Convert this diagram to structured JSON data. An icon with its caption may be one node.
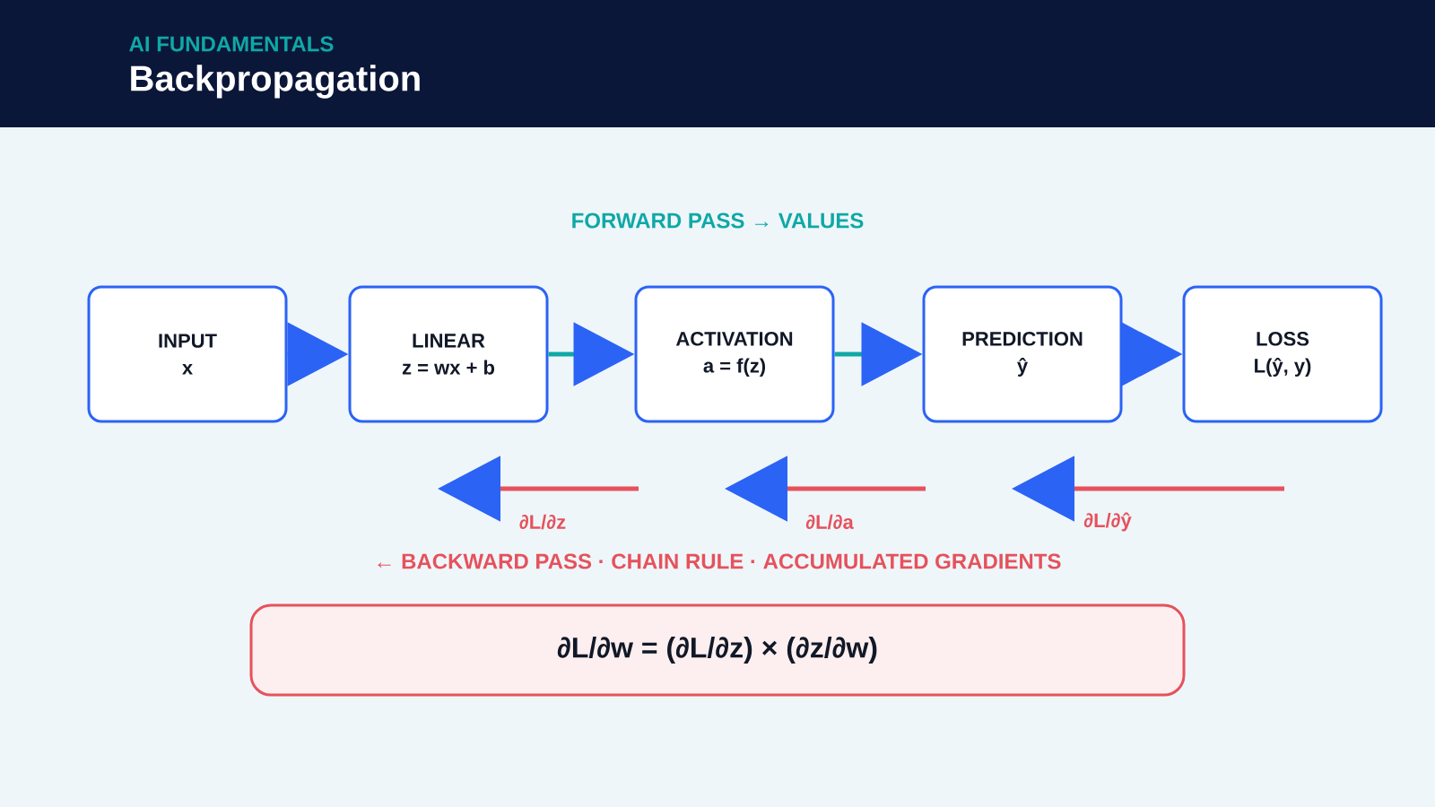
{
  "diagram": {
    "title": "Backpropagation",
    "nodes": [
      {
        "text": [
          "INPUT",
          "x"
        ]
      },
      {
        "text": [
          "LINEAR",
          "z = wx + b"
        ]
      },
      {
        "text": [
          "ACTIVATION",
          "a = f(z)"
        ]
      },
      {
        "text": [
          "PREDICTION",
          "ŷ"
        ]
      },
      {
        "text": [
          "LOSS",
          "L(ŷ, y)"
        ]
      },
      {
        "text": [
          "∂L/∂w = (∂L/∂z) × (∂z/∂w)"
        ]
      }
    ],
    "edges": [
      {
        "from": 0,
        "to": 1,
        "arrow": "to"
      },
      {
        "from": 1,
        "to": 2,
        "arrow": "to"
      },
      {
        "from": 2,
        "to": 3,
        "arrow": "to"
      },
      {
        "from": 3,
        "to": 4,
        "arrow": "to"
      }
    ],
    "labels": [
      "AI FUNDAMENTALS",
      "FORWARD PASS → VALUES",
      "∂L/∂z",
      "∂L/∂a",
      "∂L/∂ŷ",
      "← BACKWARD PASS · CHAIN RULE · ACCUMULATED GRADIENTS"
    ]
  }
}
